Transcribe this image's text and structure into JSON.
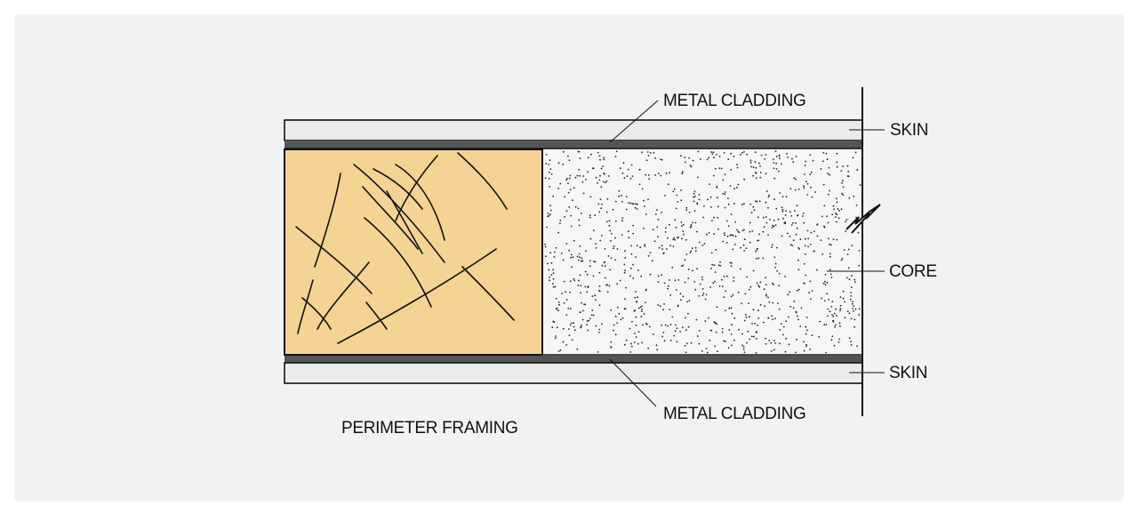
{
  "labels": {
    "metal_cladding_top": "METAL CLADDING",
    "skin_top": "SKIN",
    "core": "CORE",
    "skin_bottom": "SKIN",
    "metal_cladding_bottom": "METAL CLADDING",
    "perimeter_framing": "PERIMETER FRAMING"
  },
  "colors": {
    "background": "#f1f3f2",
    "skin": "#eaecec",
    "cladding": "#555555",
    "wood": "#f4d393",
    "core": "#f5f6f6",
    "line": "#111111"
  }
}
